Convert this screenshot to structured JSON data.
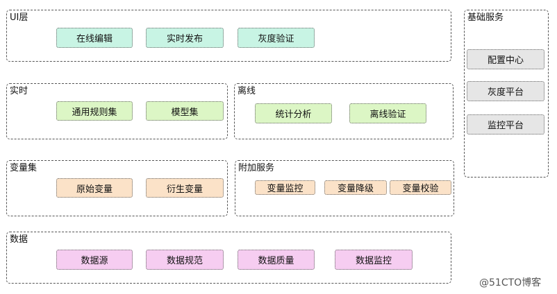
{
  "ui_layer": {
    "title": "UI层",
    "items": [
      "在线编辑",
      "实时发布",
      "灰度验证"
    ]
  },
  "realtime": {
    "title": "实时",
    "items": [
      "通用规则集",
      "模型集"
    ]
  },
  "offline": {
    "title": "离线",
    "items": [
      "统计分析",
      "离线验证"
    ]
  },
  "variables": {
    "title": "变量集",
    "items": [
      "原始变量",
      "衍生变量"
    ]
  },
  "addon": {
    "title": "附加服务",
    "items": [
      "变量监控",
      "变量降级",
      "变量校验"
    ]
  },
  "data_layer": {
    "title": "数据",
    "items": [
      "数据源",
      "数据规范",
      "数据质量",
      "数据监控"
    ]
  },
  "base_services": {
    "title": "基础服务",
    "items": [
      "配置中心",
      "灰度平台",
      "监控平台"
    ]
  },
  "watermark": "@51CTO博客",
  "colors": {
    "ui_box": "#c8f4e4",
    "compute_box": "#dcf6c5",
    "variable_box": "#fbe2c8",
    "data_box": "#f6cdf1",
    "service_box": "#e6e6e6"
  }
}
